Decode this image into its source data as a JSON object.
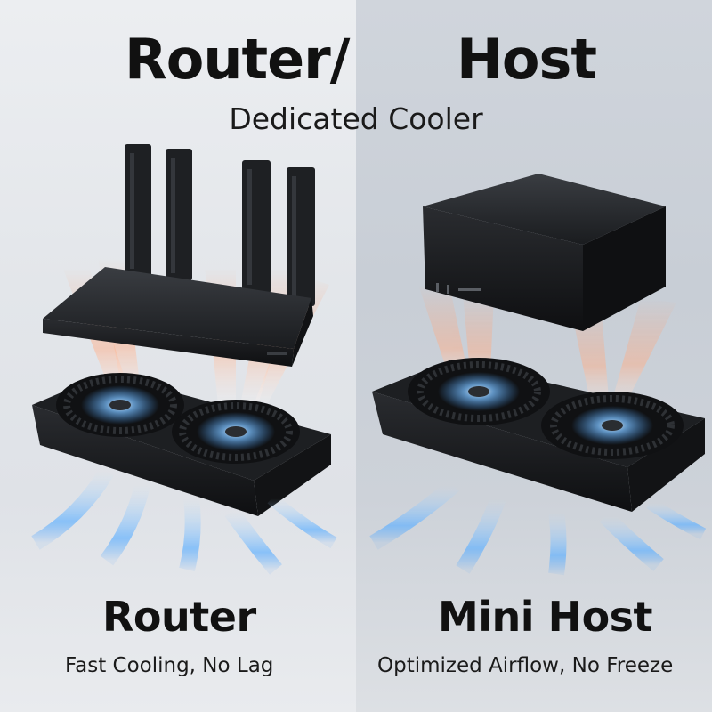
{
  "header": {
    "title_left": "Router/",
    "title_right": "Host",
    "subtitle": "Dedicated Cooler"
  },
  "panels": [
    {
      "name": "Router",
      "tagline": "Fast Cooling, No Lag"
    },
    {
      "name": "Mini Host",
      "tagline": "Optimized Airflow, No Freeze"
    }
  ],
  "colors": {
    "device": "#1b1d20",
    "airflow_blue": "#4aa3ff",
    "airflow_warm": "#ff9a6a",
    "background_left": "#e6e8eb",
    "background_right": "#cbd0d7"
  }
}
